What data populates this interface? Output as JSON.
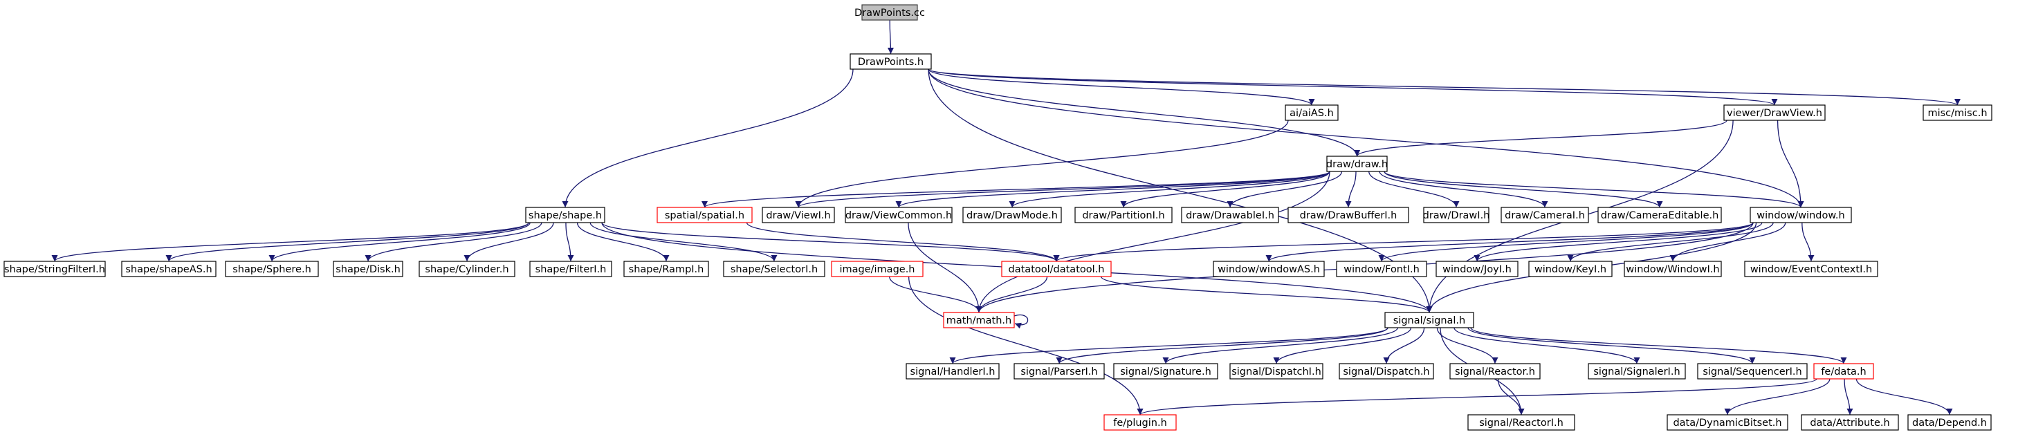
{
  "colors": {
    "edge": "#191970",
    "root_fill": "#bfbfbf",
    "incomplete_border": "#ff0000",
    "node_border": "#000000"
  },
  "nodes": [
    {
      "id": "root",
      "label": "DrawPoints.cc",
      "style": "root"
    },
    {
      "id": "dp_h",
      "label": "DrawPoints.h",
      "style": "normal"
    },
    {
      "id": "ai_as",
      "label": "ai/aiAS.h",
      "style": "normal"
    },
    {
      "id": "viewer_dv",
      "label": "viewer/DrawView.h",
      "style": "normal"
    },
    {
      "id": "misc",
      "label": "misc/misc.h",
      "style": "normal"
    },
    {
      "id": "draw_h",
      "label": "draw/draw.h",
      "style": "normal"
    },
    {
      "id": "shape_h",
      "label": "shape/shape.h",
      "style": "normal"
    },
    {
      "id": "spatial",
      "label": "spatial/spatial.h",
      "style": "incomplete"
    },
    {
      "id": "viewi",
      "label": "draw/ViewI.h",
      "style": "normal"
    },
    {
      "id": "viewcommon",
      "label": "draw/ViewCommon.h",
      "style": "normal"
    },
    {
      "id": "drawmode",
      "label": "draw/DrawMode.h",
      "style": "normal"
    },
    {
      "id": "partitioni",
      "label": "draw/PartitionI.h",
      "style": "normal"
    },
    {
      "id": "drawablei",
      "label": "draw/DrawableI.h",
      "style": "normal"
    },
    {
      "id": "drawbufferi",
      "label": "draw/DrawBufferI.h",
      "style": "normal"
    },
    {
      "id": "drawi",
      "label": "draw/DrawI.h",
      "style": "normal"
    },
    {
      "id": "camerai",
      "label": "draw/CameraI.h",
      "style": "normal"
    },
    {
      "id": "cameraeditable",
      "label": "draw/CameraEditable.h",
      "style": "normal"
    },
    {
      "id": "window_h",
      "label": "window/window.h",
      "style": "normal"
    },
    {
      "id": "stringfilteri",
      "label": "shape/StringFilterI.h",
      "style": "normal"
    },
    {
      "id": "shapeas",
      "label": "shape/shapeAS.h",
      "style": "normal"
    },
    {
      "id": "sphere",
      "label": "shape/Sphere.h",
      "style": "normal"
    },
    {
      "id": "disk",
      "label": "shape/Disk.h",
      "style": "normal"
    },
    {
      "id": "cylinder",
      "label": "shape/Cylinder.h",
      "style": "normal"
    },
    {
      "id": "filteri",
      "label": "shape/FilterI.h",
      "style": "normal"
    },
    {
      "id": "rampi",
      "label": "shape/RampI.h",
      "style": "normal"
    },
    {
      "id": "selectori",
      "label": "shape/SelectorI.h",
      "style": "normal"
    },
    {
      "id": "image",
      "label": "image/image.h",
      "style": "incomplete"
    },
    {
      "id": "datatool",
      "label": "datatool/datatool.h",
      "style": "incomplete"
    },
    {
      "id": "windowas",
      "label": "window/windowAS.h",
      "style": "normal"
    },
    {
      "id": "fonti",
      "label": "window/FontI.h",
      "style": "normal"
    },
    {
      "id": "joyi",
      "label": "window/JoyI.h",
      "style": "normal"
    },
    {
      "id": "keyi",
      "label": "window/KeyI.h",
      "style": "normal"
    },
    {
      "id": "windowi",
      "label": "window/WindowI.h",
      "style": "normal"
    },
    {
      "id": "eventcontexti",
      "label": "window/EventContextI.h",
      "style": "normal"
    },
    {
      "id": "math",
      "label": "math/math.h",
      "style": "incomplete"
    },
    {
      "id": "signal_h",
      "label": "signal/signal.h",
      "style": "normal"
    },
    {
      "id": "handleri",
      "label": "signal/HandlerI.h",
      "style": "normal"
    },
    {
      "id": "parseri",
      "label": "signal/ParserI.h",
      "style": "normal"
    },
    {
      "id": "signature",
      "label": "signal/Signature.h",
      "style": "normal"
    },
    {
      "id": "dispatchi",
      "label": "signal/DispatchI.h",
      "style": "normal"
    },
    {
      "id": "dispatch",
      "label": "signal/Dispatch.h",
      "style": "normal"
    },
    {
      "id": "reactor",
      "label": "signal/Reactor.h",
      "style": "normal"
    },
    {
      "id": "signaleri",
      "label": "signal/SignalerI.h",
      "style": "normal"
    },
    {
      "id": "sequenceri",
      "label": "signal/SequencerI.h",
      "style": "normal"
    },
    {
      "id": "fedata",
      "label": "fe/data.h",
      "style": "incomplete"
    },
    {
      "id": "plugin",
      "label": "fe/plugin.h",
      "style": "incomplete"
    },
    {
      "id": "reactori",
      "label": "signal/ReactorI.h",
      "style": "normal"
    },
    {
      "id": "dynbitset",
      "label": "data/DynamicBitset.h",
      "style": "normal"
    },
    {
      "id": "attribute",
      "label": "data/Attribute.h",
      "style": "normal"
    },
    {
      "id": "depend",
      "label": "data/Depend.h",
      "style": "normal"
    }
  ],
  "edges": [
    [
      "root",
      "dp_h"
    ],
    [
      "dp_h",
      "ai_as"
    ],
    [
      "dp_h",
      "viewer_dv"
    ],
    [
      "dp_h",
      "misc"
    ],
    [
      "dp_h",
      "draw_h"
    ],
    [
      "dp_h",
      "shape_h"
    ],
    [
      "dp_h",
      "window_h"
    ],
    [
      "dp_h",
      "signal_h"
    ],
    [
      "ai_as",
      "viewi"
    ],
    [
      "viewer_dv",
      "draw_h"
    ],
    [
      "viewer_dv",
      "window_h"
    ],
    [
      "viewer_dv",
      "signal_h"
    ],
    [
      "draw_h",
      "spatial"
    ],
    [
      "draw_h",
      "viewi"
    ],
    [
      "draw_h",
      "viewcommon"
    ],
    [
      "draw_h",
      "drawmode"
    ],
    [
      "draw_h",
      "partitioni"
    ],
    [
      "draw_h",
      "drawablei"
    ],
    [
      "draw_h",
      "drawbufferi"
    ],
    [
      "draw_h",
      "drawi"
    ],
    [
      "draw_h",
      "camerai"
    ],
    [
      "draw_h",
      "cameraeditable"
    ],
    [
      "draw_h",
      "window_h"
    ],
    [
      "draw_h",
      "math"
    ],
    [
      "shape_h",
      "stringfilteri"
    ],
    [
      "shape_h",
      "shapeas"
    ],
    [
      "shape_h",
      "sphere"
    ],
    [
      "shape_h",
      "disk"
    ],
    [
      "shape_h",
      "cylinder"
    ],
    [
      "shape_h",
      "filteri"
    ],
    [
      "shape_h",
      "rampi"
    ],
    [
      "shape_h",
      "selectori"
    ],
    [
      "shape_h",
      "datatool"
    ],
    [
      "shape_h",
      "signal_h"
    ],
    [
      "spatial",
      "datatool"
    ],
    [
      "viewcommon",
      "math"
    ],
    [
      "window_h",
      "datatool"
    ],
    [
      "window_h",
      "windowas"
    ],
    [
      "window_h",
      "fonti"
    ],
    [
      "window_h",
      "joyi"
    ],
    [
      "window_h",
      "keyi"
    ],
    [
      "window_h",
      "windowi"
    ],
    [
      "window_h",
      "eventcontexti"
    ],
    [
      "window_h",
      "math"
    ],
    [
      "window_h",
      "signal_h"
    ],
    [
      "image",
      "math"
    ],
    [
      "image",
      "plugin"
    ],
    [
      "datatool",
      "math"
    ],
    [
      "datatool",
      "signal_h"
    ],
    [
      "math",
      "math"
    ],
    [
      "signal_h",
      "handleri"
    ],
    [
      "signal_h",
      "parseri"
    ],
    [
      "signal_h",
      "signature"
    ],
    [
      "signal_h",
      "dispatchi"
    ],
    [
      "signal_h",
      "dispatch"
    ],
    [
      "signal_h",
      "reactor"
    ],
    [
      "signal_h",
      "reactori"
    ],
    [
      "signal_h",
      "signaleri"
    ],
    [
      "signal_h",
      "sequenceri"
    ],
    [
      "signal_h",
      "fedata"
    ],
    [
      "reactor",
      "reactori"
    ],
    [
      "fedata",
      "plugin"
    ],
    [
      "fedata",
      "dynbitset"
    ],
    [
      "fedata",
      "attribute"
    ],
    [
      "fedata",
      "depend"
    ]
  ]
}
